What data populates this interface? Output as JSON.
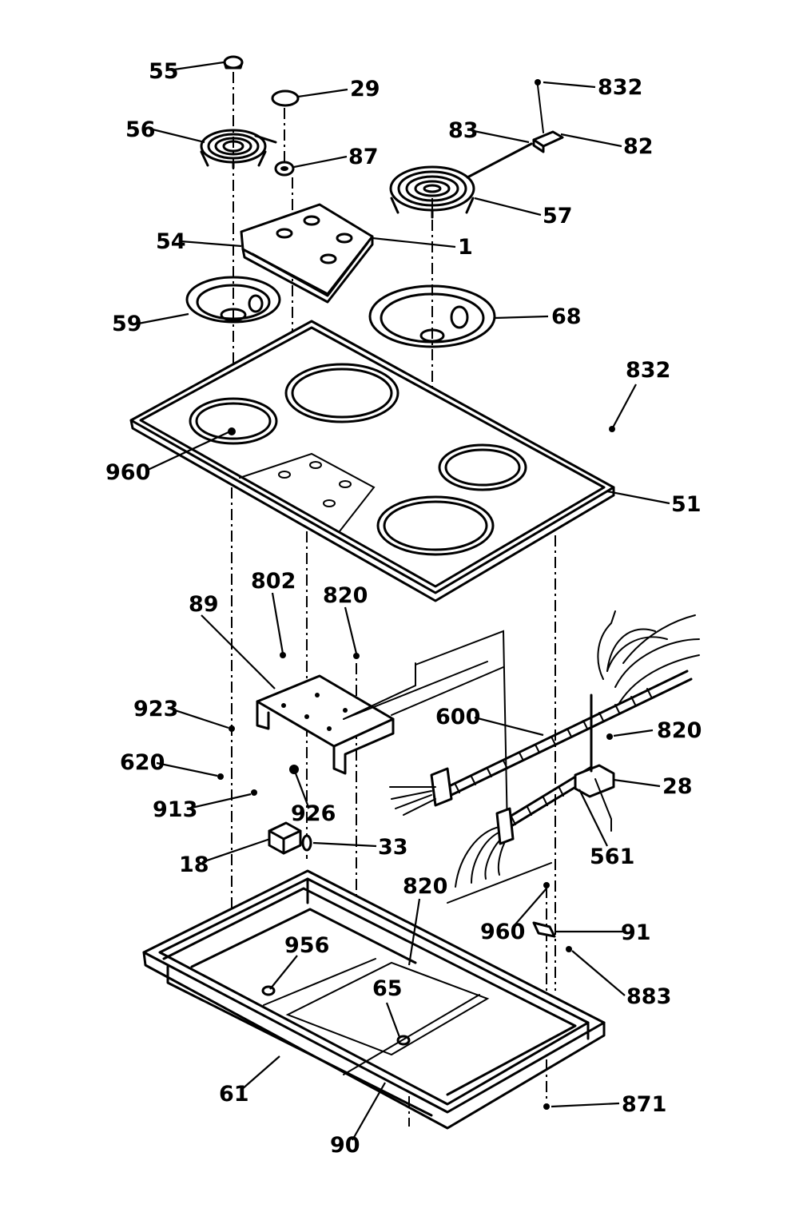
{
  "diagram": {
    "header_text": "",
    "labels": [
      {
        "id": "lbl-55",
        "text": "55"
      },
      {
        "id": "lbl-29",
        "text": "29"
      },
      {
        "id": "lbl-832a",
        "text": "832"
      },
      {
        "id": "lbl-56",
        "text": "56"
      },
      {
        "id": "lbl-87",
        "text": "87"
      },
      {
        "id": "lbl-83",
        "text": "83"
      },
      {
        "id": "lbl-82",
        "text": "82"
      },
      {
        "id": "lbl-57",
        "text": "57"
      },
      {
        "id": "lbl-54",
        "text": "54"
      },
      {
        "id": "lbl-1",
        "text": "1"
      },
      {
        "id": "lbl-59",
        "text": "59"
      },
      {
        "id": "lbl-68",
        "text": "68"
      },
      {
        "id": "lbl-832b",
        "text": "832"
      },
      {
        "id": "lbl-960a",
        "text": "960"
      },
      {
        "id": "lbl-51",
        "text": "51"
      },
      {
        "id": "lbl-802",
        "text": "802"
      },
      {
        "id": "lbl-820a",
        "text": "820"
      },
      {
        "id": "lbl-89",
        "text": "89"
      },
      {
        "id": "lbl-923",
        "text": "923"
      },
      {
        "id": "lbl-600",
        "text": "600"
      },
      {
        "id": "lbl-820b",
        "text": "820"
      },
      {
        "id": "lbl-620",
        "text": "620"
      },
      {
        "id": "lbl-28",
        "text": "28"
      },
      {
        "id": "lbl-913",
        "text": "913"
      },
      {
        "id": "lbl-926",
        "text": "926"
      },
      {
        "id": "lbl-561",
        "text": "561"
      },
      {
        "id": "lbl-18",
        "text": "18"
      },
      {
        "id": "lbl-33",
        "text": "33"
      },
      {
        "id": "lbl-820c",
        "text": "820"
      },
      {
        "id": "lbl-960b",
        "text": "960"
      },
      {
        "id": "lbl-91",
        "text": "91"
      },
      {
        "id": "lbl-956",
        "text": "956"
      },
      {
        "id": "lbl-65",
        "text": "65"
      },
      {
        "id": "lbl-883",
        "text": "883"
      },
      {
        "id": "lbl-61",
        "text": "61"
      },
      {
        "id": "lbl-871",
        "text": "871"
      },
      {
        "id": "lbl-90",
        "text": "90"
      }
    ]
  }
}
